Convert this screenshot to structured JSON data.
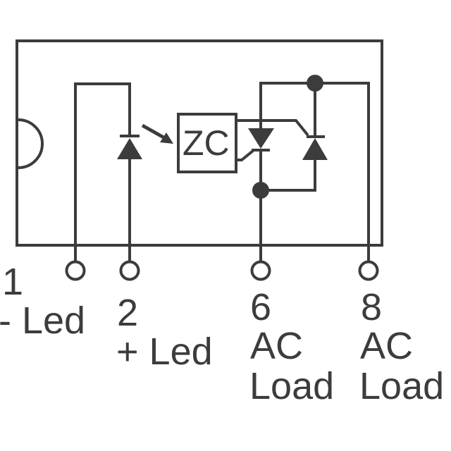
{
  "schematic": {
    "kind": "optocoupler-ssr-internal-schematic",
    "zc_block": {
      "label": "ZC"
    },
    "pins": [
      {
        "number": "1",
        "label_lines": [
          "- Led"
        ]
      },
      {
        "number": "2",
        "label_lines": [
          "+ Led"
        ]
      },
      {
        "number": "6",
        "label_lines": [
          "AC",
          "Load"
        ]
      },
      {
        "number": "8",
        "label_lines": [
          "AC",
          "Load"
        ]
      }
    ],
    "colors": {
      "ink": "#3c3c3c",
      "background": "#ffffff"
    }
  }
}
